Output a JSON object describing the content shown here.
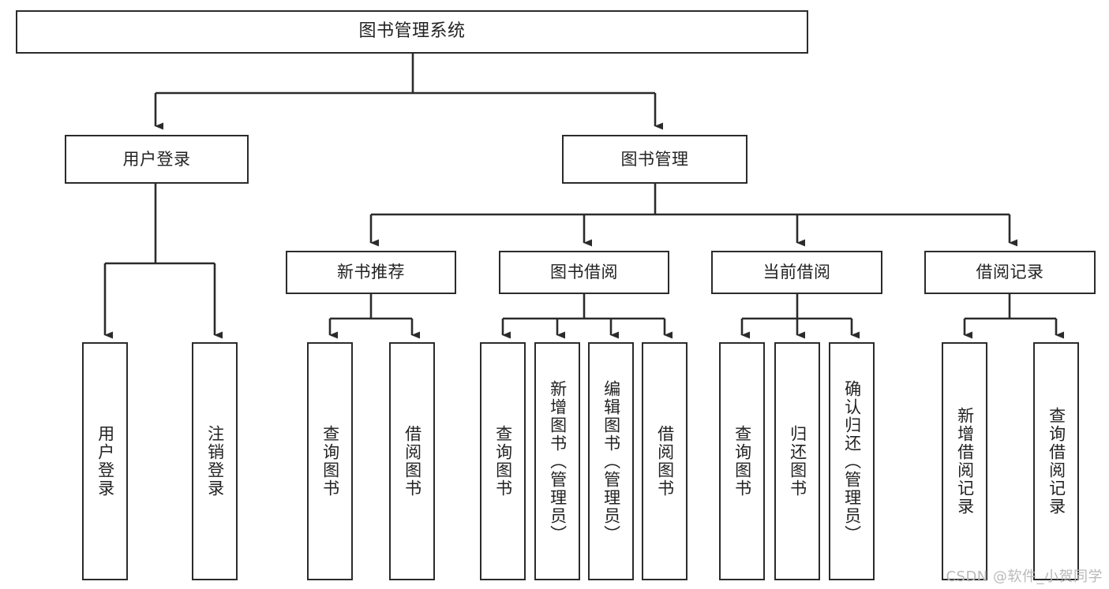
{
  "diagram": {
    "title": "图书管理系统",
    "type": "hierarchy-tree",
    "watermark": "CSDN @软件_小贺同学",
    "colors": {
      "stroke": "#2b2b2b",
      "background": "#ffffff",
      "text": "#222222",
      "watermark": "#b9b9b9"
    },
    "root": {
      "label": "图书管理系统"
    },
    "level2": [
      {
        "label": "用户登录"
      },
      {
        "label": "图书管理"
      }
    ],
    "level3": [
      {
        "label": "新书推荐"
      },
      {
        "label": "图书借阅"
      },
      {
        "label": "当前借阅"
      },
      {
        "label": "借阅记录"
      }
    ],
    "leaves": {
      "user_login": [
        {
          "label": "用户登录"
        },
        {
          "label": "注销登录"
        }
      ],
      "new_book_recommend": [
        {
          "label": "查询图书"
        },
        {
          "label": "借阅图书"
        }
      ],
      "book_borrow": [
        {
          "label": "查询图书"
        },
        {
          "label": "新增图书（管理员）"
        },
        {
          "label": "编辑图书（管理员）"
        },
        {
          "label": "借阅图书"
        }
      ],
      "current_borrow": [
        {
          "label": "查询图书"
        },
        {
          "label": "归还图书"
        },
        {
          "label": "确认归还（管理员）"
        }
      ],
      "borrow_record": [
        {
          "label": "新增借阅记录"
        },
        {
          "label": "查询借阅记录"
        }
      ]
    }
  }
}
